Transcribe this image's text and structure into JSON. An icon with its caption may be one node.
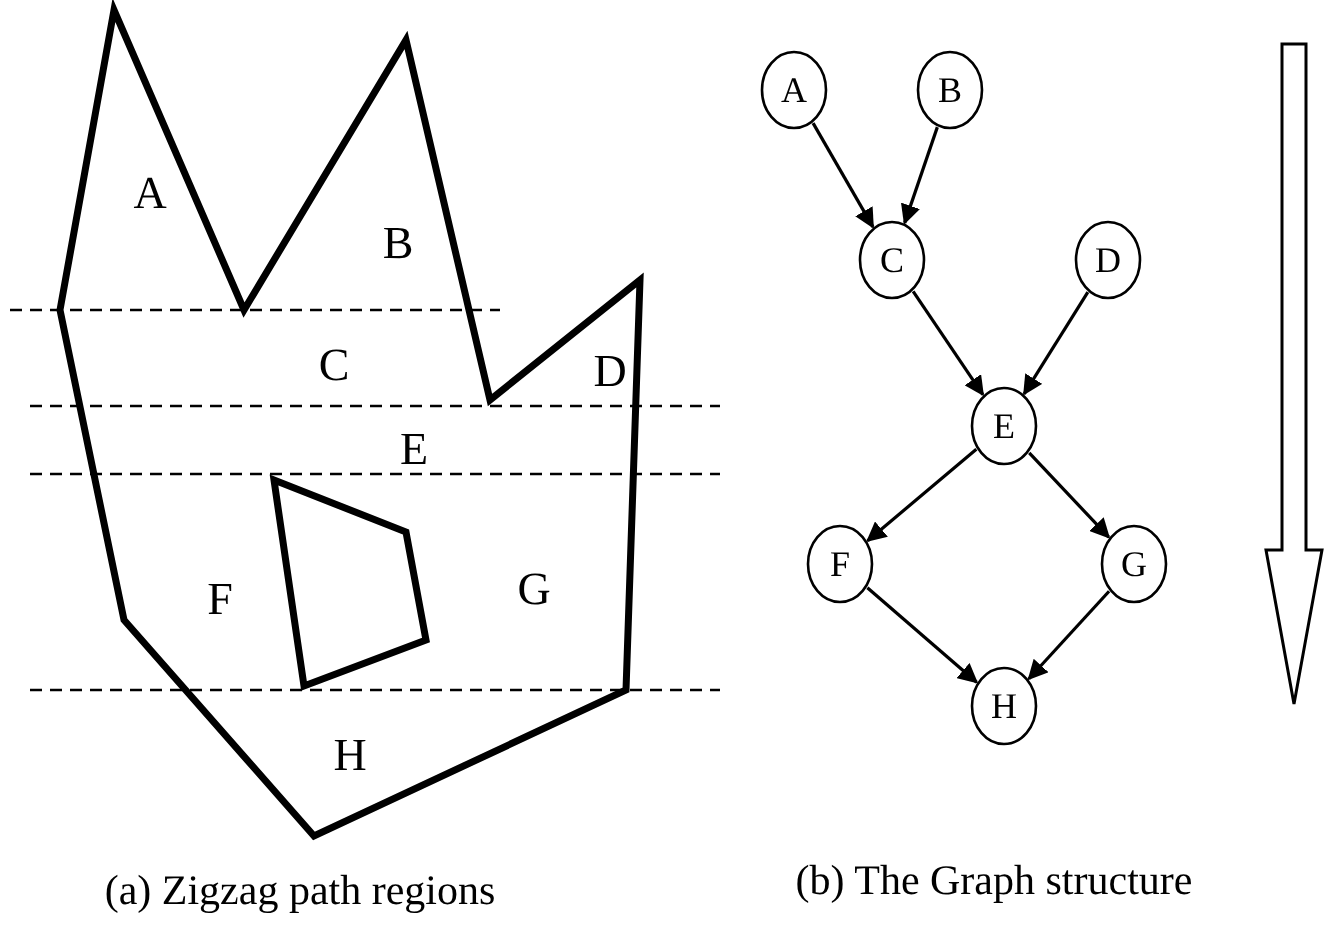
{
  "diagram": {
    "nodes": [
      {
        "text": [
          "A"
        ]
      },
      {
        "text": [
          "B"
        ]
      },
      {
        "text": [
          "C"
        ]
      },
      {
        "text": [
          "D"
        ]
      },
      {
        "text": [
          "E"
        ]
      },
      {
        "text": [
          "F"
        ]
      },
      {
        "text": [
          "G"
        ]
      },
      {
        "text": [
          "H"
        ]
      }
    ],
    "edges": [
      {
        "from": 0,
        "to": 2,
        "arrow": "to"
      },
      {
        "from": 1,
        "to": 2,
        "arrow": "to"
      },
      {
        "from": 2,
        "to": 4,
        "arrow": "to"
      },
      {
        "from": 3,
        "to": 4,
        "arrow": "to"
      },
      {
        "from": 4,
        "to": 5,
        "arrow": "to"
      },
      {
        "from": 4,
        "to": 6,
        "arrow": "to"
      },
      {
        "from": 5,
        "to": 7,
        "arrow": "to"
      },
      {
        "from": 6,
        "to": 7,
        "arrow": "to"
      }
    ],
    "labels": [
      "A",
      "B",
      "C",
      "D",
      "E",
      "F",
      "G",
      "H",
      "(a) Zigzag path regions",
      "(b) The Graph structure"
    ]
  }
}
